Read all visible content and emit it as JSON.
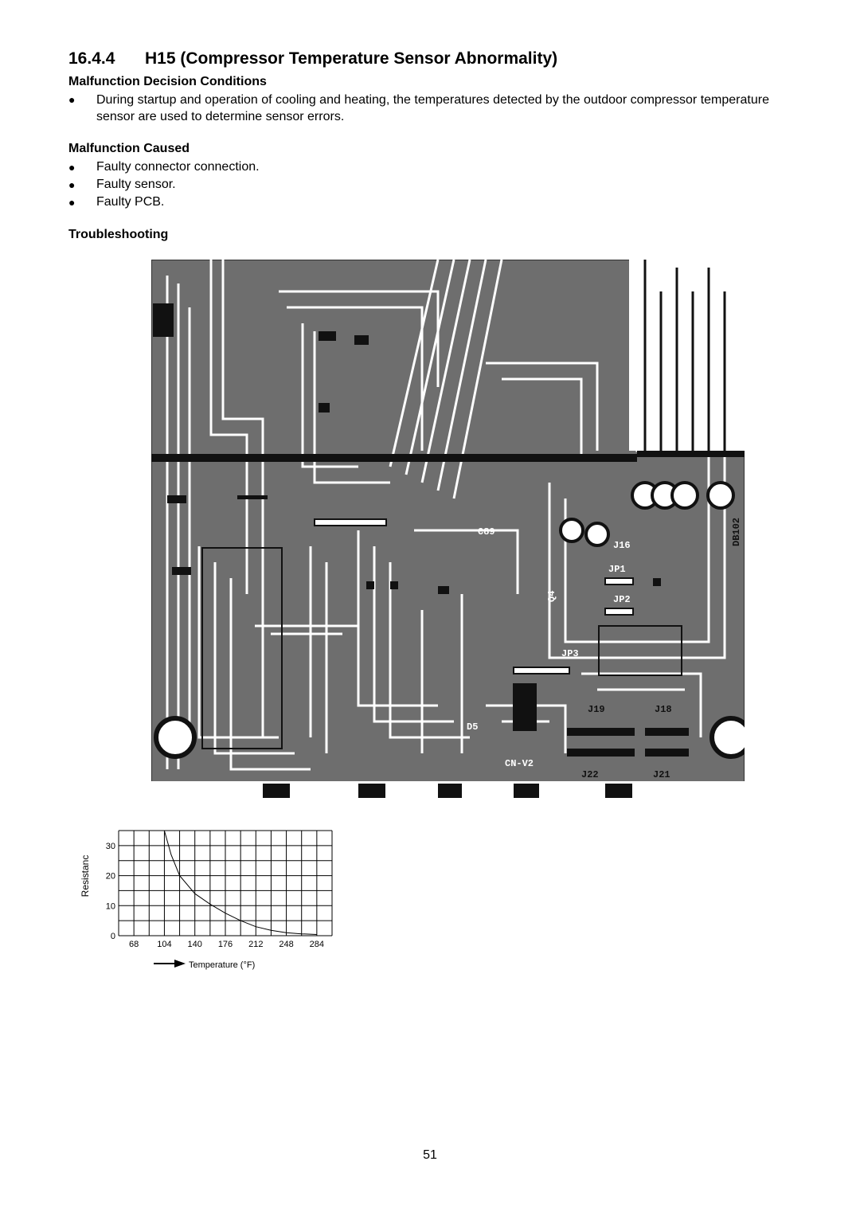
{
  "section": {
    "number": "16.4.4",
    "title": "H15 (Compressor Temperature Sensor Abnormality)"
  },
  "conditions": {
    "heading": "Malfunction Decision Conditions",
    "items": [
      "During startup and operation of cooling and heating, the temperatures detected by the outdoor compressor temperature sensor are used to determine sensor errors."
    ]
  },
  "caused": {
    "heading": "Malfunction Caused",
    "items": [
      "Faulty connector connection.",
      "Faulty sensor.",
      "Faulty PCB."
    ]
  },
  "troubleshooting": {
    "heading": "Troubleshooting"
  },
  "pcb": {
    "labels": [
      "DB102",
      "C89",
      "J16",
      "JP1",
      "JP2",
      "JP3",
      "J19",
      "J18",
      "J22",
      "J21",
      "CN-V2",
      "D5",
      "Q4"
    ]
  },
  "chart_data": {
    "type": "line",
    "ylabel": "Resistanc",
    "xlabel": "Temperature (°F)",
    "x_ticks": [
      68,
      104,
      140,
      176,
      212,
      248,
      284
    ],
    "y_ticks": [
      0,
      10,
      20,
      30
    ],
    "x": [
      104,
      112,
      122,
      140,
      158,
      176,
      194,
      212,
      230,
      248,
      266,
      284
    ],
    "values": [
      36,
      27,
      20,
      14,
      10.5,
      7.5,
      5,
      3,
      1.8,
      1,
      0.6,
      0.4
    ],
    "xlim": [
      50,
      302
    ],
    "ylim": [
      0,
      35
    ],
    "grid": true
  },
  "page_number": "51"
}
